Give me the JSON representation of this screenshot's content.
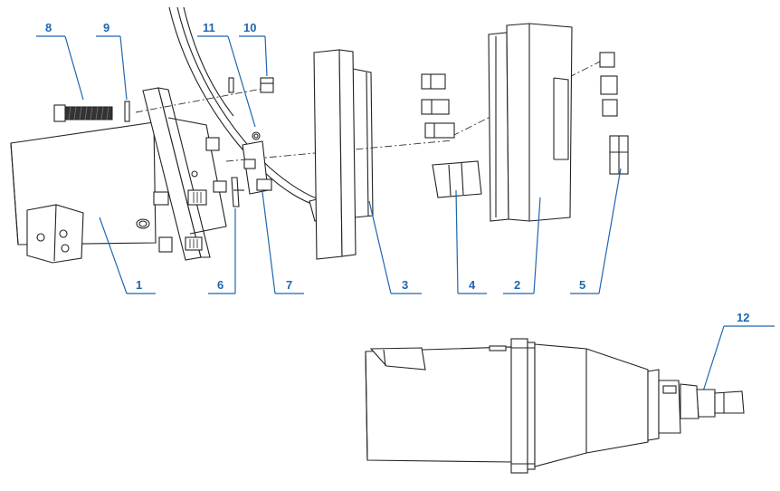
{
  "diagram": {
    "callout_color": "#1f66b0",
    "line_color": "#222222",
    "callouts": [
      {
        "id": "c8",
        "label": "8"
      },
      {
        "id": "c9",
        "label": "9"
      },
      {
        "id": "c11",
        "label": "11"
      },
      {
        "id": "c10",
        "label": "10"
      },
      {
        "id": "c1",
        "label": "1"
      },
      {
        "id": "c6",
        "label": "6"
      },
      {
        "id": "c7",
        "label": "7"
      },
      {
        "id": "c3",
        "label": "3"
      },
      {
        "id": "c4",
        "label": "4"
      },
      {
        "id": "c2",
        "label": "2"
      },
      {
        "id": "c5",
        "label": "5"
      },
      {
        "id": "c12",
        "label": "12"
      }
    ]
  }
}
